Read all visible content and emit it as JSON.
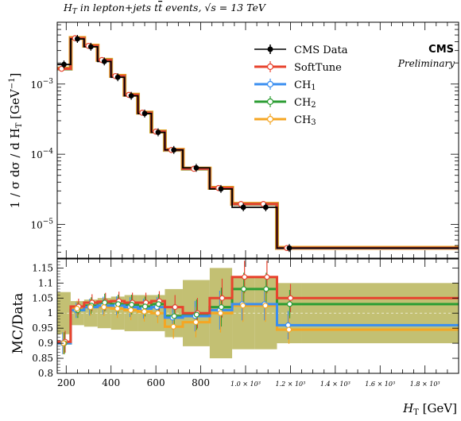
{
  "chart_data": {
    "type": "line",
    "title": "H_T in lepton+jets tt̄ events, √s = 13 TeV",
    "title_parts": {
      "pre": "H",
      "sub": "T",
      "post": " in lepton+jets t",
      "tt": "t",
      "events": " events, ",
      "sqrt": "√s = 13 TeV"
    },
    "experiment": "CMS",
    "status": "Preliminary",
    "xlabel": "H_T [GeV]",
    "xlabel_main": "H",
    "xlabel_sub": "T",
    "xlabel_unit": " [GeV]",
    "xlim": [
      160,
      1950
    ],
    "bin_edges": [
      160,
      220,
      280,
      340,
      400,
      460,
      520,
      580,
      640,
      720,
      840,
      940,
      1040,
      1140,
      1250,
      1950
    ],
    "top": {
      "ylabel": "1/σ dσ/d H_T [GeV⁻¹]",
      "ylabel_parts": {
        "pre": "1 / σ  dσ / d H",
        "sub": "T",
        "post": " [GeV",
        "sup": "−1",
        "close": "]"
      },
      "yscale": "log",
      "ylim": [
        3.3e-06,
        0.0076
      ],
      "y_ticks": [
        {
          "value": 1e-05,
          "base": "10",
          "exp": "−5"
        },
        {
          "value": 0.0001,
          "base": "10",
          "exp": "−4"
        },
        {
          "value": 0.001,
          "base": "10",
          "exp": "−3"
        }
      ],
      "data_values": [
        0.0019,
        0.0044,
        0.0034,
        0.0021,
        0.00125,
        0.00068,
        0.00038,
        0.000205,
        0.000115,
        6.4e-05,
        3.2e-05,
        1.75e-05,
        1.75e-05,
        4.6e-06,
        4.6e-06
      ],
      "mc_values": [
        0.00165,
        0.0045,
        0.0035,
        0.0022,
        0.0013,
        0.0007,
        0.00039,
        0.00021,
        0.000115,
        6.2e-05,
        3.3e-05,
        1.95e-05,
        1.95e-05,
        4.6e-06,
        4.6e-06
      ]
    },
    "ratio": {
      "ylabel": "MC/Data",
      "ylim": [
        0.8,
        1.18
      ],
      "y_ticks": [
        "0.8",
        "0.85",
        "0.9",
        "0.95",
        "1",
        "1.05",
        "1.1",
        "1.15"
      ],
      "band_halfwidth": [
        0.07,
        0.04,
        0.045,
        0.05,
        0.055,
        0.06,
        0.06,
        0.06,
        0.08,
        0.11,
        0.15,
        0.12,
        0.12,
        0.1,
        0.1
      ],
      "series": [
        {
          "name": "SoftTune",
          "values": [
            0.905,
            1.022,
            1.035,
            1.038,
            1.04,
            1.035,
            1.035,
            1.04,
            1.02,
            1.0,
            1.05,
            1.12,
            1.12,
            1.05,
            1.05
          ]
        },
        {
          "name": "CH1",
          "values": [
            0.9,
            1.01,
            1.02,
            1.025,
            1.025,
            1.02,
            1.015,
            1.02,
            0.985,
            0.99,
            1.01,
            1.03,
            1.03,
            0.96,
            0.96
          ]
        },
        {
          "name": "CH2",
          "values": [
            0.9,
            1.01,
            1.025,
            1.035,
            1.03,
            1.028,
            1.022,
            1.03,
            0.99,
            0.995,
            1.02,
            1.08,
            1.08,
            1.03,
            1.03
          ]
        },
        {
          "name": "CH3",
          "values": [
            0.9,
            1.015,
            1.02,
            1.02,
            1.015,
            1.01,
            1.005,
            1.0,
            0.955,
            0.97,
            1.0,
            1.025,
            1.025,
            0.945,
            0.945
          ]
        }
      ]
    },
    "x_ticks": [
      {
        "value": 200,
        "label": "200",
        "small": false
      },
      {
        "value": 400,
        "label": "400",
        "small": false
      },
      {
        "value": 600,
        "label": "600",
        "small": false
      },
      {
        "value": 800,
        "label": "800",
        "small": false
      },
      {
        "value": 1000,
        "label": "1.0 × 10³",
        "small": true
      },
      {
        "value": 1200,
        "label": "1.2 × 10³",
        "small": true
      },
      {
        "value": 1400,
        "label": "1.4 × 10³",
        "small": true
      },
      {
        "value": 1600,
        "label": "1.6 × 10³",
        "small": true
      },
      {
        "value": 1800,
        "label": "1.8 × 10³",
        "small": true
      }
    ],
    "legend": {
      "placement": "top-right",
      "entries": [
        {
          "name": "CMS Data",
          "label": "CMS Data",
          "color": "#000000",
          "sub": ""
        },
        {
          "name": "SoftTune",
          "label": "SoftTune",
          "color": "#e8432e",
          "sub": ""
        },
        {
          "name": "CH1",
          "label": "CH",
          "color": "#3a8ef0",
          "sub": "1"
        },
        {
          "name": "CH2",
          "label": "CH",
          "color": "#2e9e35",
          "sub": "2"
        },
        {
          "name": "CH3",
          "label": "CH",
          "color": "#f5a623",
          "sub": "3"
        }
      ]
    },
    "colors": {
      "data": "#000000",
      "SoftTune": "#e8432e",
      "CH1": "#3a8ef0",
      "CH2": "#2e9e35",
      "CH3": "#f5a623",
      "band": "#b9b55a"
    }
  }
}
